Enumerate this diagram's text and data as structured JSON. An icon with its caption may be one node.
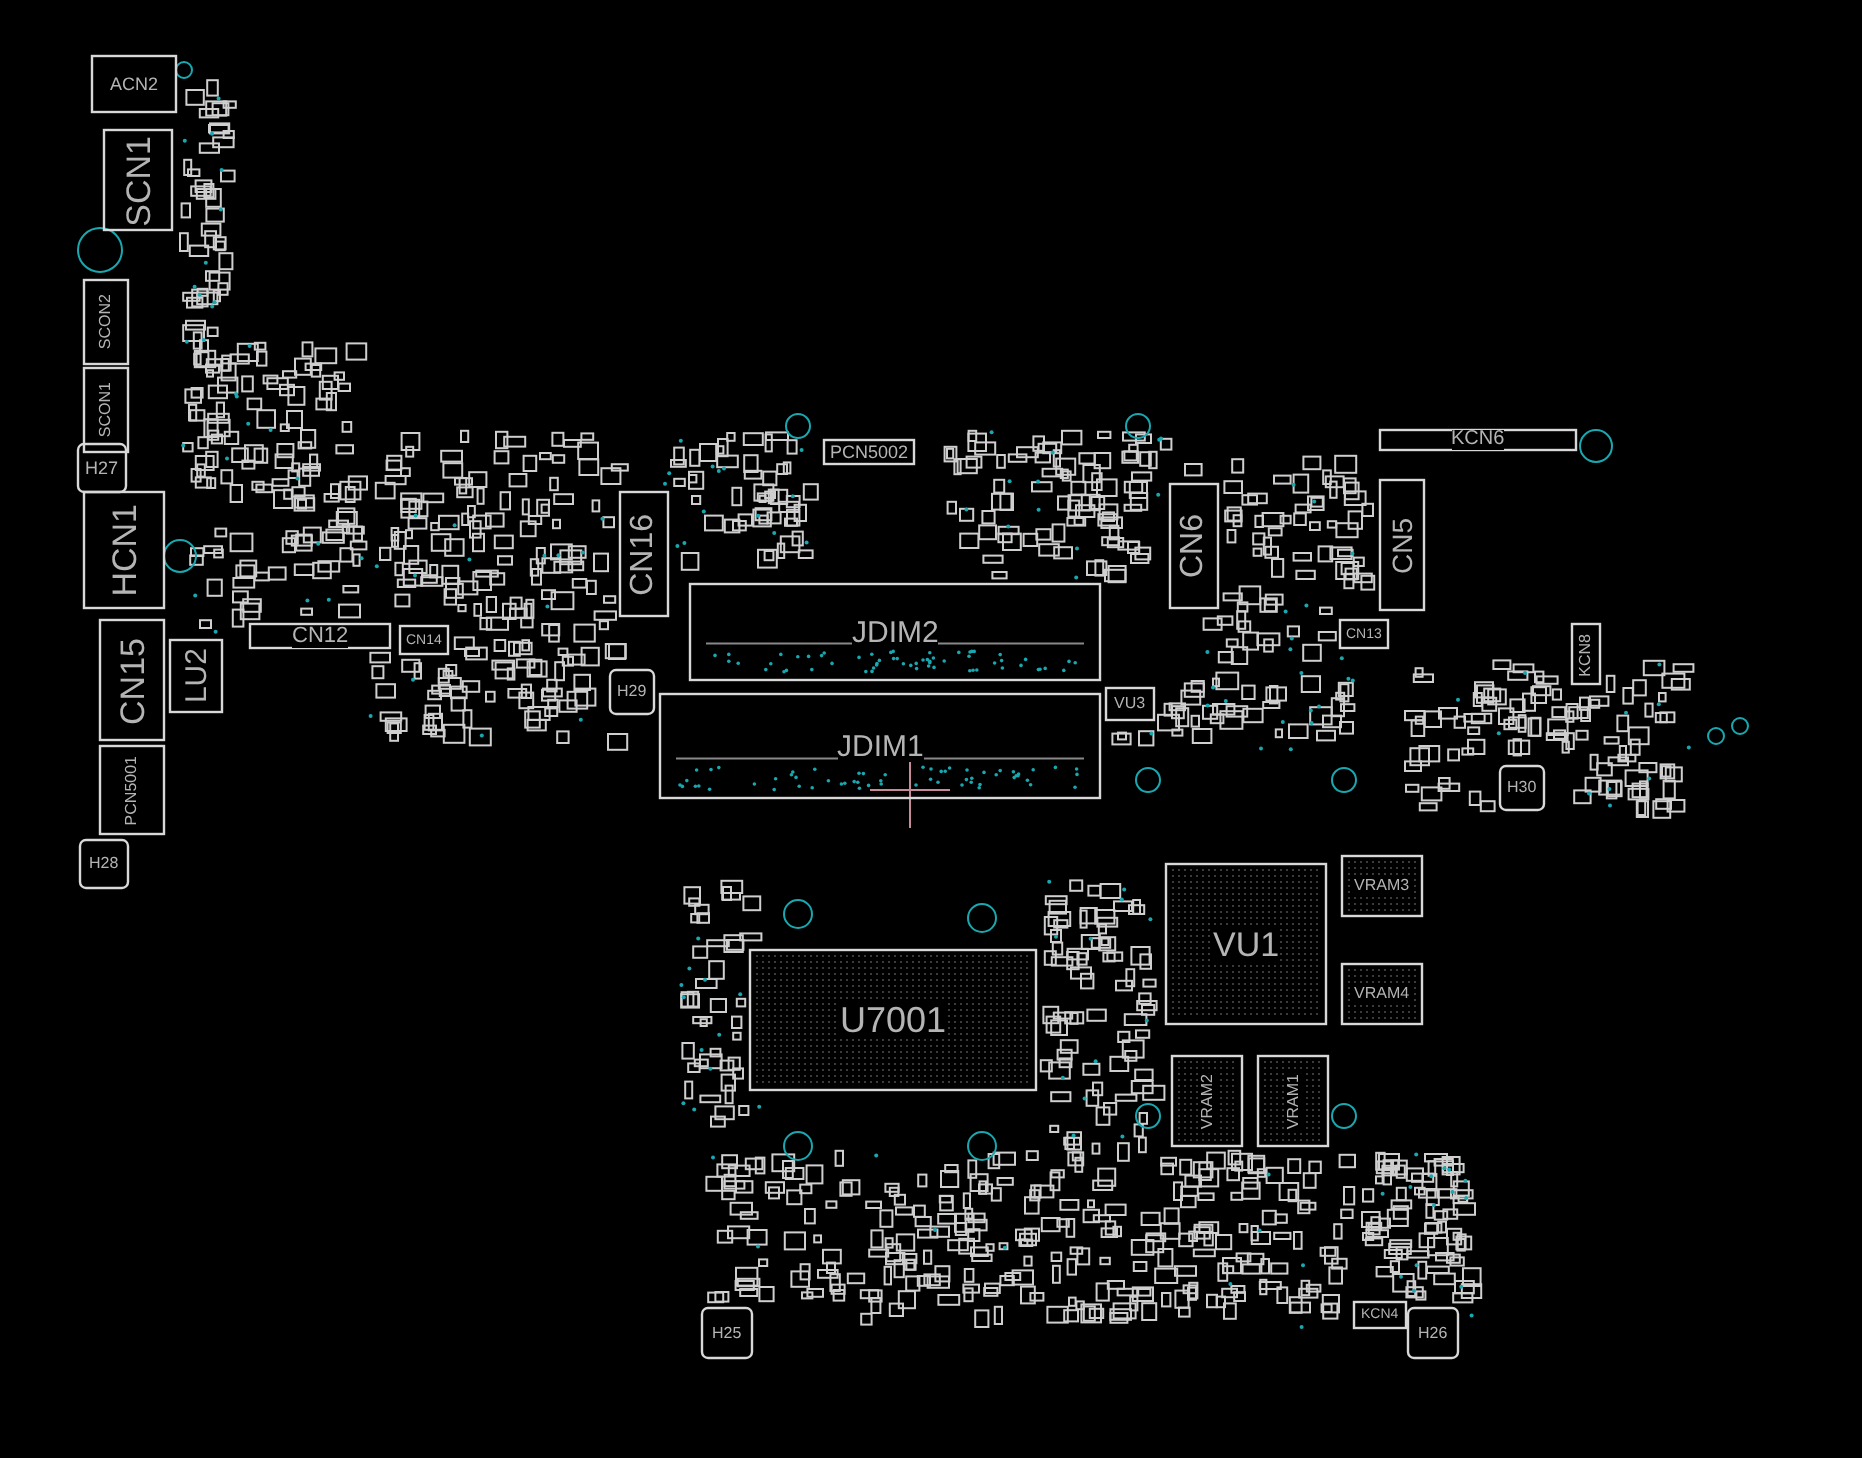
{
  "diagram": {
    "labels": [
      "ACN2",
      "SCN1",
      "SCON2",
      "SCON1",
      "H27",
      "PCN5002",
      "KCN6",
      "HCN1",
      "CN16",
      "CN6",
      "CN5",
      "CN12",
      "CN14",
      "JDIM2",
      "CN13",
      "KCN8",
      "CN15",
      "LU2",
      "H29",
      "JDIM1",
      "VU3",
      "PCN5001",
      "H30",
      "H28",
      "VRAM3",
      "VU1",
      "U7001",
      "VRAM4",
      "VRAM2",
      "VRAM1",
      "KCN4",
      "H25",
      "H26"
    ]
  }
}
